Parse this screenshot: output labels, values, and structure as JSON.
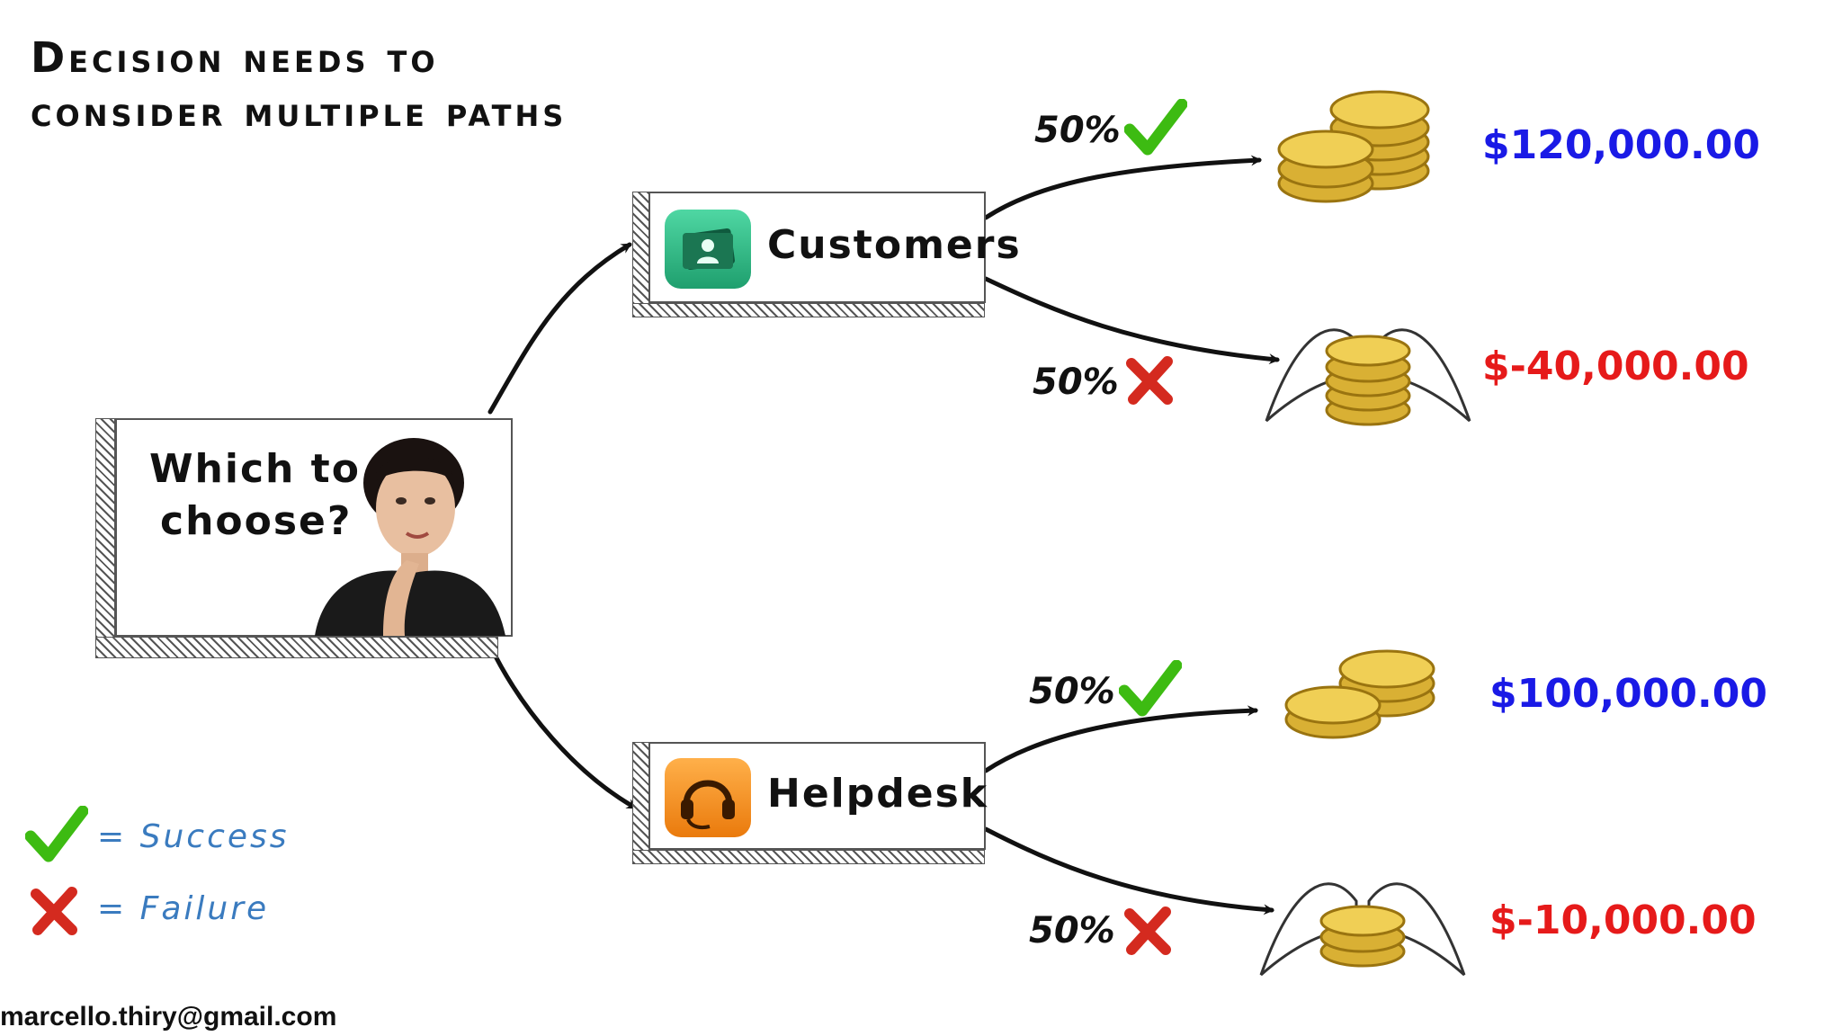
{
  "title": {
    "line1": "Decision needs to",
    "line2": "consider multiple paths"
  },
  "decision": {
    "line1": "Which to",
    "line2": "choose?"
  },
  "options": [
    {
      "label": "Customers",
      "icon": "contact-card-icon",
      "color": "#2fb383"
    },
    {
      "label": "Helpdesk",
      "icon": "headset-icon",
      "color": "#f28a1a"
    }
  ],
  "outcomes": [
    {
      "percent": "50%",
      "result": "success",
      "amount": "$120,000.00",
      "amount_color": "#1a1ae6"
    },
    {
      "percent": "50%",
      "result": "failure",
      "amount": "$-40,000.00",
      "amount_color": "#e61a1a"
    },
    {
      "percent": "50%",
      "result": "success",
      "amount": "$100,000.00",
      "amount_color": "#1a1ae6"
    },
    {
      "percent": "50%",
      "result": "failure",
      "amount": "$-10,000.00",
      "amount_color": "#e61a1a"
    }
  ],
  "legend": {
    "success": "= Success",
    "failure": "= Failure"
  },
  "colors": {
    "check": "#3dbb12",
    "cross": "#d42a1f",
    "legend_text": "#3a7bbf"
  },
  "email": "marcello.thiry@gmail.com"
}
